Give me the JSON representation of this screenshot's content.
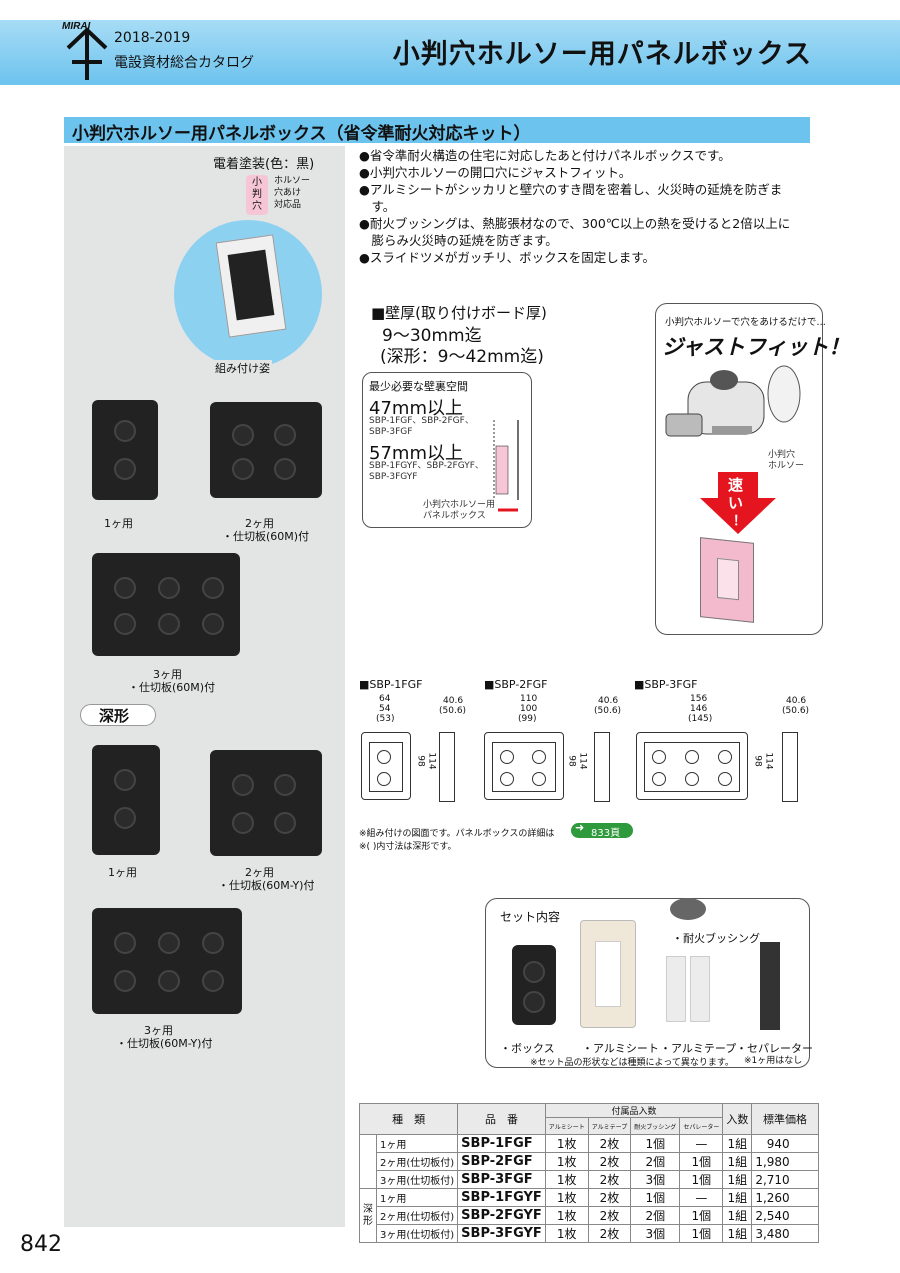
{
  "header": {
    "brand": "MIRAI",
    "catalog_years": "2018-2019",
    "catalog_name": "電設資材総合カタログ",
    "page_title": "小判穴ホルソー用パネルボックス"
  },
  "section": {
    "title": "小判穴ホルソー用パネルボックス（省令準耐火対応キット）"
  },
  "left_panel": {
    "finish_label": "電着塗装(色：黒)",
    "badge_char_1": "小",
    "badge_char_2": "判",
    "badge_char_3": "穴",
    "badge_text": [
      "ホルソー",
      "穴あけ",
      "対応品"
    ],
    "assembled_label": "組み付け姿",
    "standard": [
      {
        "label": "1ヶ用"
      },
      {
        "label": "2ヶ用",
        "sub": "・仕切板(60M)付"
      },
      {
        "label": "3ヶ用",
        "sub": "・仕切板(60M)付"
      }
    ],
    "deep_tag": "深形",
    "deep": [
      {
        "label": "1ヶ用"
      },
      {
        "label": "2ヶ用",
        "sub": "・仕切板(60M-Y)付"
      },
      {
        "label": "3ヶ用",
        "sub": "・仕切板(60M-Y)付"
      }
    ]
  },
  "features": [
    "●省令準耐火構造の住宅に対応したあと付けパネルボックスです。",
    "●小判穴ホルソーの開口穴にジャストフィット。",
    "●アルミシートがシッカリと壁穴のすき間を密着し、火災時の延焼を防ぎま",
    "　す。",
    "●耐火ブッシングは、熱膨張材なので、300℃以上の熱を受けると2倍以上に",
    "　膨らみ火災時の延焼を防ぎます。",
    "●スライドツメがガッチリ、ボックスを固定します。"
  ],
  "wall": {
    "line1": "■壁厚(取り付けボード厚)",
    "line2": "9〜30mm迄",
    "line3": "(深形：9〜42mm迄)"
  },
  "space_box": {
    "title": "最少必要な壁裏空間",
    "v1": "47mm以上",
    "m1a": "SBP-1FGF、SBP-2FGF、",
    "m1b": "SBP-3FGF",
    "v2": "57mm以上",
    "m2a": "SBP-1FGYF、SBP-2FGYF、",
    "m2b": "SBP-3FGYF",
    "cap1": "小判穴ホルソー用",
    "cap2": "パネルボックス"
  },
  "justfit": {
    "top": "小判穴ホルソーで穴をあけるだけで…",
    "big": "ジャストフィット！",
    "tool1": "小判穴",
    "tool2": "ホルソー",
    "arrow_1": "速",
    "arrow_2": "い",
    "arrow_3": "！"
  },
  "drawings": {
    "d1": {
      "title": "■SBP-1FGF",
      "w1": "64",
      "w2": "54",
      "w3": "(53)",
      "h1": "98",
      "h2": "114",
      "d1": "40.6",
      "d2": "(50.6)"
    },
    "d2": {
      "title": "■SBP-2FGF",
      "w1": "110",
      "w2": "100",
      "w3": "(99)",
      "h1": "98",
      "h2": "114",
      "d1": "40.6",
      "d2": "(50.6)"
    },
    "d3": {
      "title": "■SBP-3FGF",
      "w1": "156",
      "w2": "146",
      "w3": "(145)",
      "h1": "98",
      "h2": "114",
      "d1": "40.6",
      "d2": "(50.6)"
    },
    "note1": "※組み付けの図面です。パネルボックスの詳細は",
    "note_link": "833頁",
    "note2": "※(  )内寸法は深形です。"
  },
  "set": {
    "title": "セット内容",
    "bushing": "・耐火ブッシング",
    "box": "・ボックス",
    "sheet": "・アルミシート",
    "tape": "・アルミテープ",
    "sep": "・セパレーター",
    "note": "※セット品の形状などは種類によって異なります。",
    "sep_note": "※1ヶ用はなし"
  },
  "table": {
    "h_type": "種　類",
    "h_model": "品　番",
    "h_acc": "付属品入数",
    "h_acc_cols": [
      "アルミシート",
      "アルミテープ",
      "耐火ブッシング",
      "セパレーター"
    ],
    "h_qty": "入数",
    "h_price": "標準価格",
    "deep_label": "深形",
    "rows": [
      {
        "type": "1ヶ用",
        "model": "SBP-1FGF",
        "a": "1枚",
        "b": "2枚",
        "c": "1個",
        "d": "—",
        "q": "1組",
        "p": "940"
      },
      {
        "type": "2ヶ用(仕切板付)",
        "model": "SBP-2FGF",
        "a": "1枚",
        "b": "2枚",
        "c": "2個",
        "d": "1個",
        "q": "1組",
        "p": "1,980"
      },
      {
        "type": "3ヶ用(仕切板付)",
        "model": "SBP-3FGF",
        "a": "1枚",
        "b": "2枚",
        "c": "3個",
        "d": "1個",
        "q": "1組",
        "p": "2,710"
      },
      {
        "type": "1ヶ用",
        "model": "SBP-1FGYF",
        "a": "1枚",
        "b": "2枚",
        "c": "1個",
        "d": "—",
        "q": "1組",
        "p": "1,260"
      },
      {
        "type": "2ヶ用(仕切板付)",
        "model": "SBP-2FGYF",
        "a": "1枚",
        "b": "2枚",
        "c": "2個",
        "d": "1個",
        "q": "1組",
        "p": "2,540"
      },
      {
        "type": "3ヶ用(仕切板付)",
        "model": "SBP-3FGYF",
        "a": "1枚",
        "b": "2枚",
        "c": "3個",
        "d": "1個",
        "q": "1組",
        "p": "3,480"
      }
    ]
  },
  "page_number": "842",
  "colors": {
    "accent": "#6cc3ee",
    "panel": "#e3e4e4",
    "badge": "#f7c6d6",
    "arrow": "#e4151f"
  }
}
